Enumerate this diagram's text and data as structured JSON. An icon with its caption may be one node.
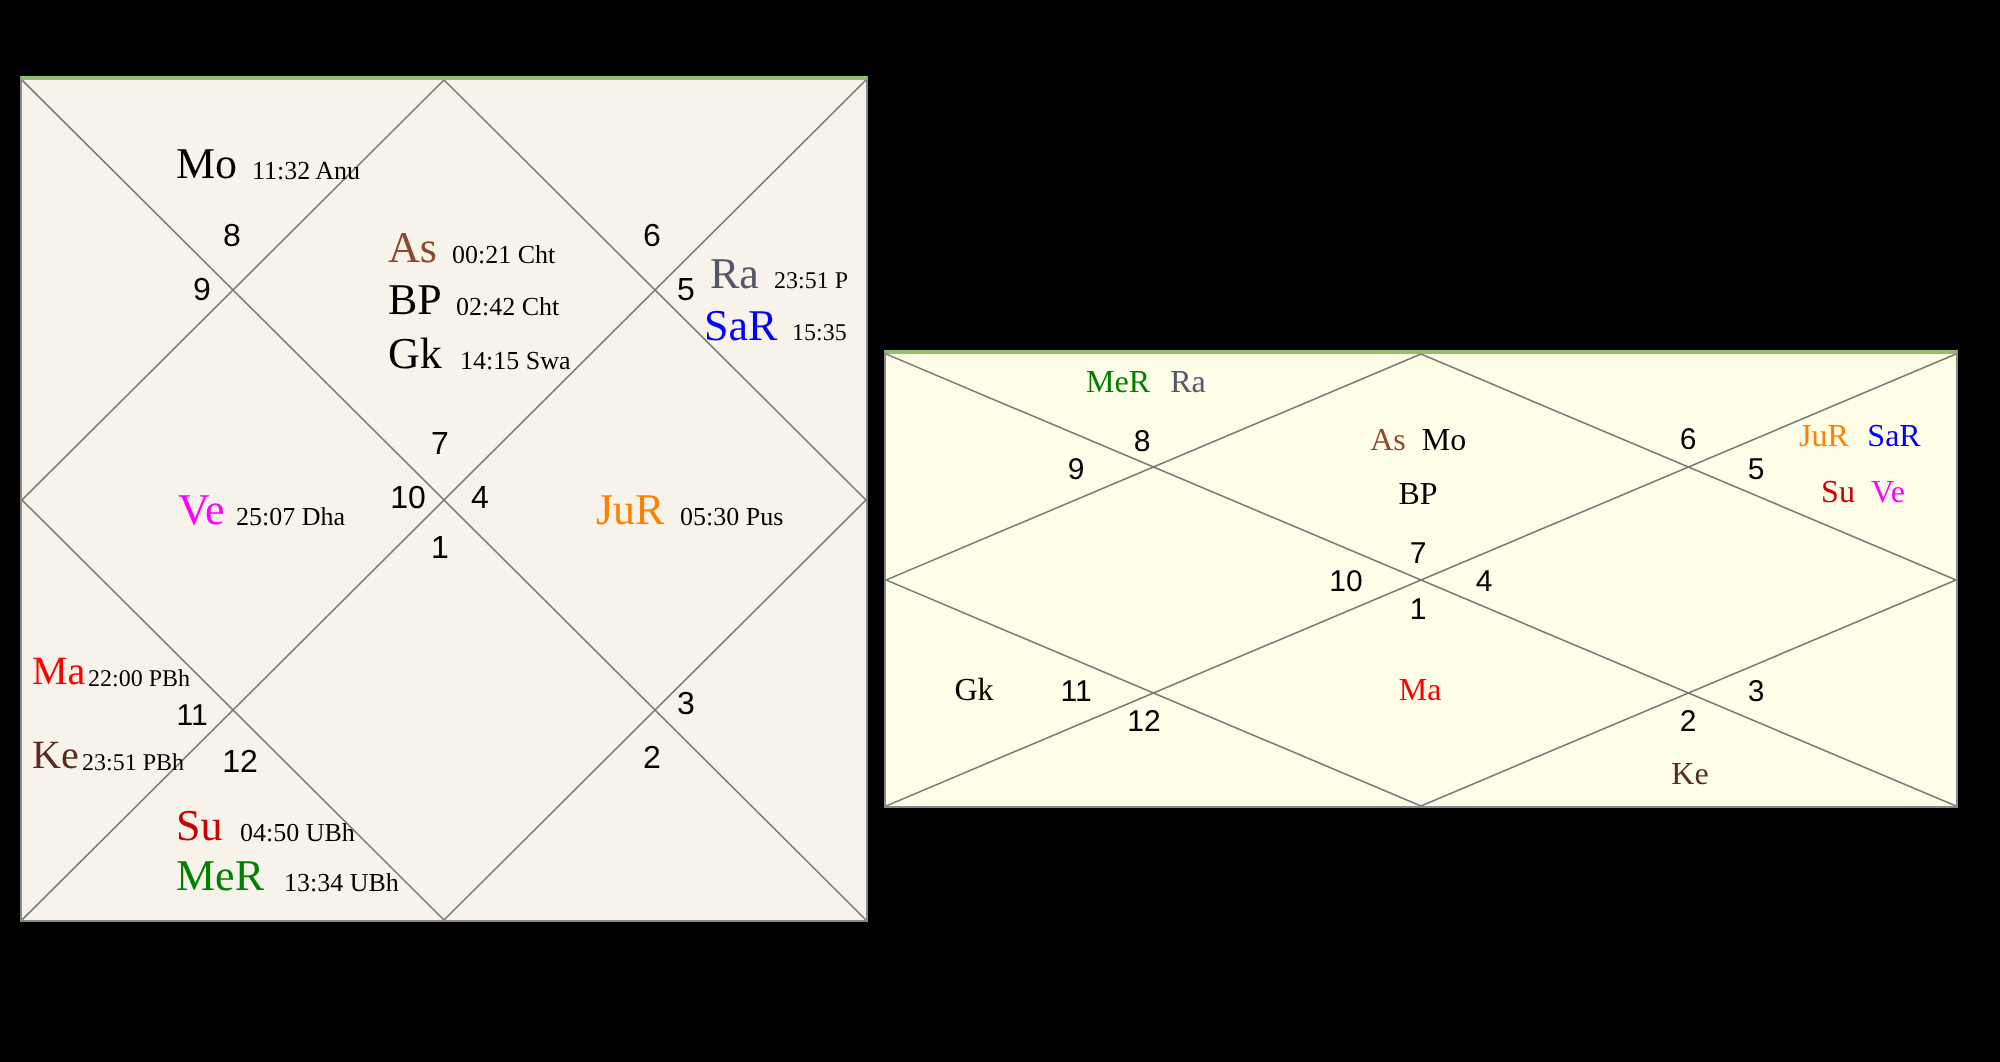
{
  "diagram": {
    "labels": [
      "Mo",
      "11:32 Anu",
      "8",
      "6",
      "As",
      "00:21 Cht",
      "9",
      "5",
      "Ra",
      "23:51 P",
      "BP",
      "02:42 Cht",
      "SaR",
      "15:35",
      "Gk",
      "14:15 Swa",
      "7",
      "Ve",
      "25:07 Dha",
      "10",
      "4",
      "JuR",
      "05:30 Pus",
      "1",
      "Ma",
      "22:00 PBh",
      "11",
      "3",
      "Ke",
      "23:51 PBh",
      "12",
      "2",
      "Su",
      "04:50 UBh",
      "MeR",
      "13:34 UBh",
      "MeR",
      "Ra",
      "8",
      "As",
      "Mo",
      "6",
      "JuR",
      "SaR",
      "9",
      "5",
      "BP",
      "Su",
      "Ve",
      "7",
      "10",
      "4",
      "1",
      "Gk",
      "11",
      "Ma",
      "3",
      "12",
      "2",
      "Ke"
    ]
  }
}
